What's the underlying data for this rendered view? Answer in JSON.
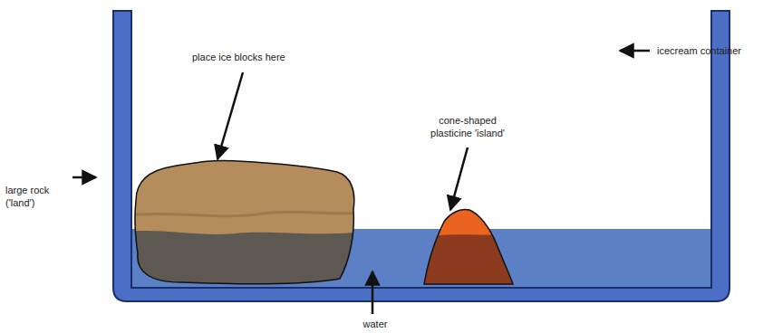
{
  "diagram": {
    "labels": [
      "place ice blocks here",
      "cone-shaped plasticine 'island'",
      "large rock ('land')",
      "icecream container",
      "water"
    ]
  }
}
